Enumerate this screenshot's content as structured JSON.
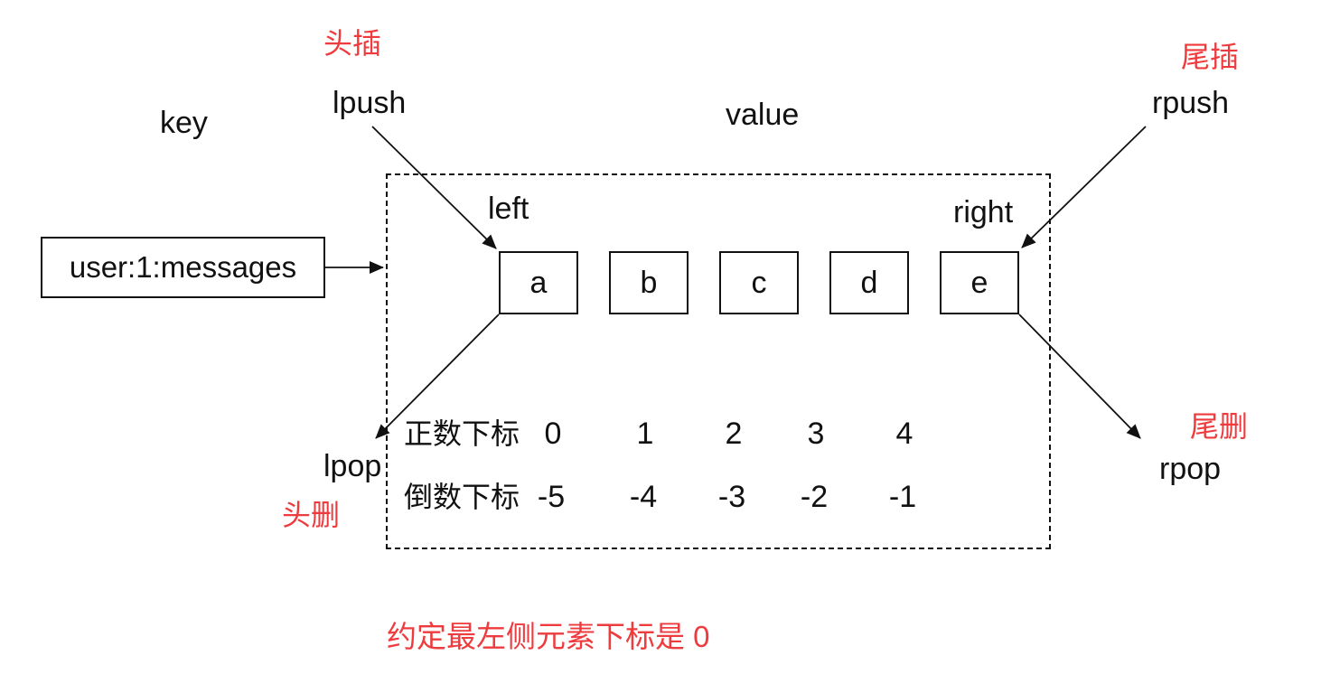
{
  "colors": {
    "accent_red": "#ee3b3e",
    "ink": "#111111"
  },
  "key_section": {
    "label": "key",
    "key_name": "user:1:messages"
  },
  "value_section": {
    "label": "value",
    "left_label": "left",
    "right_label": "right",
    "elements": [
      "a",
      "b",
      "c",
      "d",
      "e"
    ]
  },
  "operations": {
    "lpush": {
      "label": "lpush",
      "caption": "头插"
    },
    "rpush": {
      "label": "rpush",
      "caption": "尾插"
    },
    "lpop": {
      "label": "lpop",
      "caption": "头删"
    },
    "rpop": {
      "label": "rpop",
      "caption": "尾删"
    }
  },
  "indices": {
    "positive": {
      "label": "正数下标",
      "values": [
        "0",
        "1",
        "2",
        "3",
        "4"
      ]
    },
    "negative": {
      "label": "倒数下标",
      "values": [
        "-5",
        "-4",
        "-3",
        "-2",
        "-1"
      ]
    }
  },
  "note": "约定最左侧元素下标是 0"
}
